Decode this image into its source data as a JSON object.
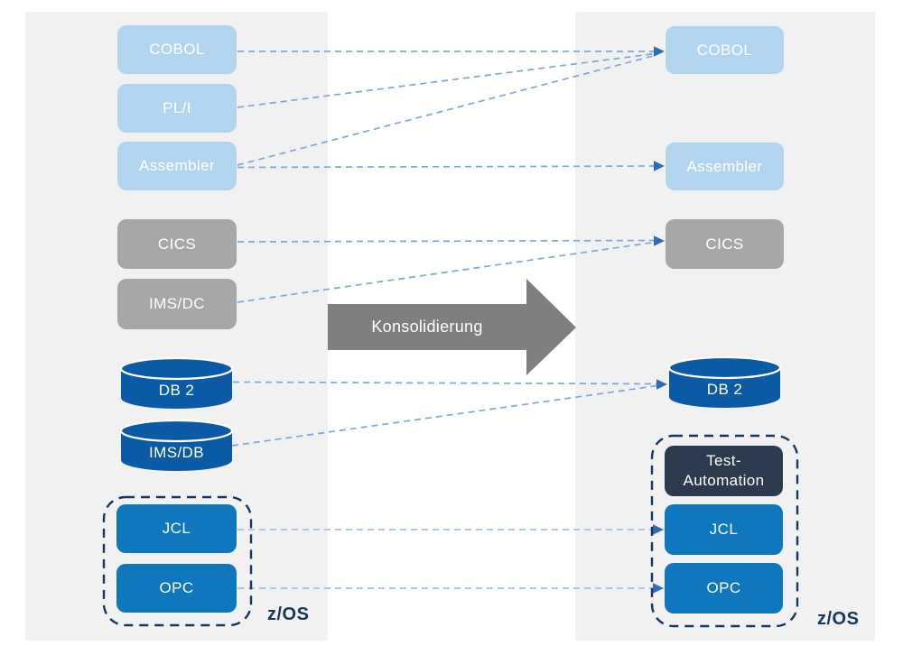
{
  "arrow": {
    "label": "Konsolidierung"
  },
  "left_column": {
    "platform_label": "z/OS",
    "languages": [
      {
        "label": "COBOL"
      },
      {
        "label": "PL/I"
      },
      {
        "label": "Assembler"
      }
    ],
    "transaction_monitors": [
      {
        "label": "CICS"
      },
      {
        "label": "IMS/DC"
      }
    ],
    "databases": [
      {
        "label": "DB 2"
      },
      {
        "label": "IMS/DB"
      }
    ],
    "scheduling": [
      {
        "label": "JCL"
      },
      {
        "label": "OPC"
      }
    ]
  },
  "right_column": {
    "platform_label": "z/OS",
    "languages": [
      {
        "label": "COBOL"
      },
      {
        "label": "Assembler"
      }
    ],
    "transaction_monitors": [
      {
        "label": "CICS"
      }
    ],
    "databases": [
      {
        "label": "DB 2"
      }
    ],
    "test_automation": {
      "line1": "Test-",
      "line2": "Automation"
    },
    "scheduling": [
      {
        "label": "JCL"
      },
      {
        "label": "OPC"
      }
    ]
  },
  "palette": {
    "band_gray": "#f1f1f2",
    "light_blue_box": "#b1d5ef",
    "gray_box": "#a7a7a7",
    "consolidation_arrow_gray": "#7f7f7f",
    "azure_blue_box": "#0e77be",
    "database_blue": "#0b5aa5",
    "dark_navy_box": "#2b3b4d",
    "outline_navy": "#17365d",
    "connector_blue": "#7ea6d8",
    "connector_light_blue": "#aac7e8",
    "arrowhead_blue": "#2e6db5",
    "text_white": "#ffffff"
  }
}
